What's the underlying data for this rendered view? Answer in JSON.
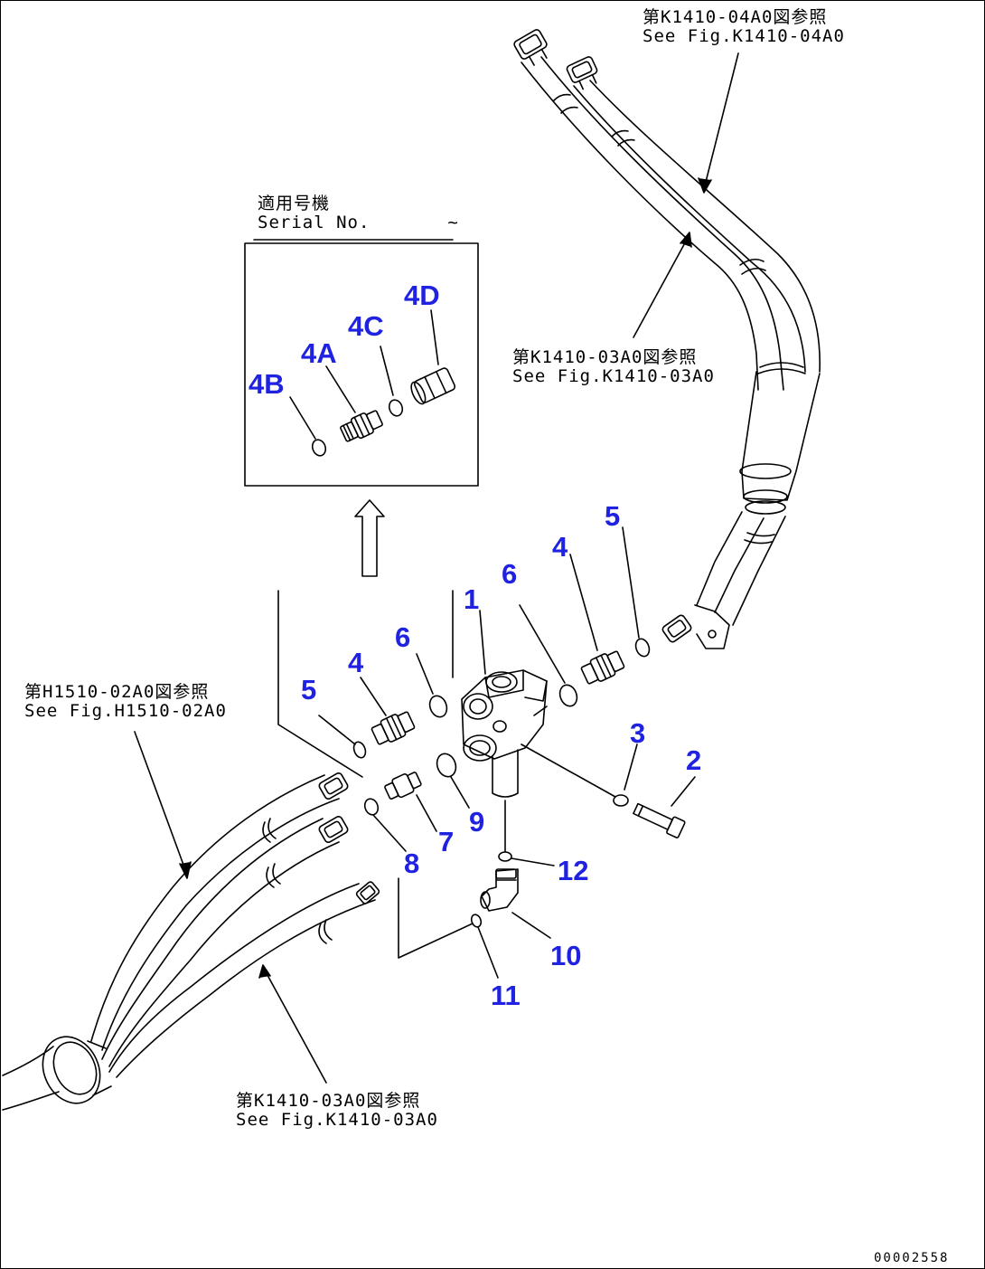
{
  "references": {
    "k1410_04a0": {
      "jp": "第K1410-04A0図参照",
      "en": "See Fig.K1410-04A0"
    },
    "k1410_03a0_upper": {
      "jp": "第K1410-03A0図参照",
      "en": "See Fig.K1410-03A0"
    },
    "h1510_02a0": {
      "jp": "第H1510-02A0図参照",
      "en": "See Fig.H1510-02A0"
    },
    "k1410_03a0_lower": {
      "jp": "第K1410-03A0図参照",
      "en": "See Fig.K1410-03A0"
    }
  },
  "serial_box": {
    "jp": "適用号機",
    "en": "Serial No.",
    "suffix": "~"
  },
  "inset_labels": [
    "4B",
    "4A",
    "4C",
    "4D"
  ],
  "part_labels": [
    "1",
    "2",
    "3",
    "4",
    "4",
    "5",
    "5",
    "6",
    "6",
    "7",
    "8",
    "9",
    "10",
    "11",
    "12"
  ],
  "drawing_number": "00002558",
  "colors": {
    "callout": "#1f22e0",
    "line": "#000000"
  }
}
